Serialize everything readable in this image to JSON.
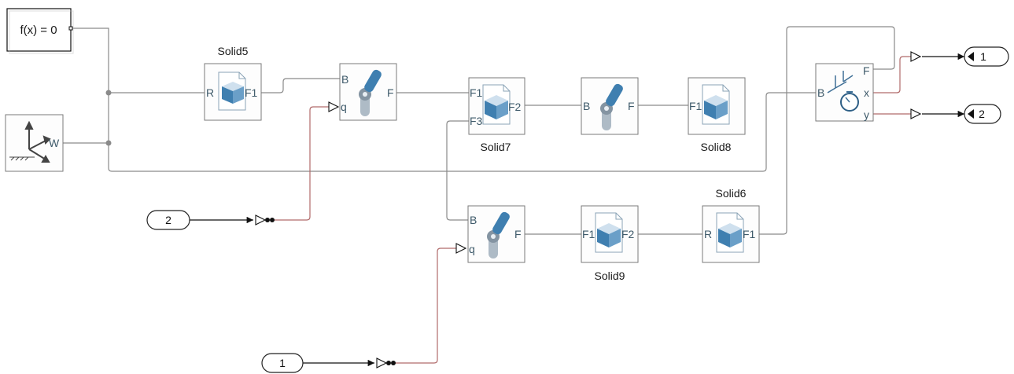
{
  "constraint": {
    "label": "f(x) = 0"
  },
  "world": {
    "port_w": "W"
  },
  "solid5": {
    "name": "Solid5",
    "port_r": "R",
    "port_f1": "F1"
  },
  "rev1": {
    "port_b": "B",
    "port_q": "q",
    "port_f": "F"
  },
  "solid7": {
    "name": "Solid7",
    "port_f1": "F1",
    "port_f2": "F2",
    "port_f3": "F3"
  },
  "rev2": {
    "port_b": "B",
    "port_f": "F"
  },
  "solid8": {
    "name": "Solid8",
    "port_f1": "F1"
  },
  "rev3": {
    "port_b": "B",
    "port_q": "q",
    "port_f": "F"
  },
  "solid9": {
    "name": "Solid9",
    "port_f1": "F1",
    "port_f2": "F2"
  },
  "solid6": {
    "name": "Solid6",
    "port_r": "R",
    "port_f1": "F1"
  },
  "sensor": {
    "port_b": "B",
    "port_f": "F",
    "port_x": "x",
    "port_y": "y"
  },
  "inport_q1": {
    "label": "2"
  },
  "inport_q2": {
    "label": "1"
  },
  "outport_x": {
    "label": "1"
  },
  "outport_y": {
    "label": "2"
  }
}
